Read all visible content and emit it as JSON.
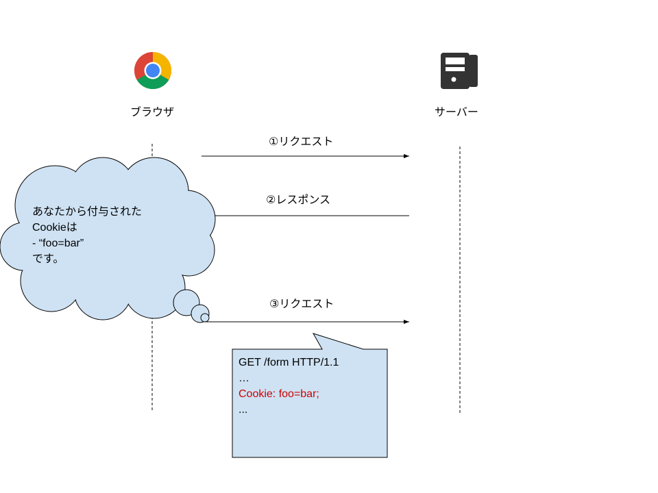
{
  "actors": {
    "browser": "ブラウザ",
    "server": "サーバー"
  },
  "messages": [
    {
      "label": "①リクエスト"
    },
    {
      "label": "②レスポンス"
    },
    {
      "label": "③リクエスト"
    }
  ],
  "thought": {
    "lines": [
      "あなたから付与された",
      "Cookieは",
      "- “foo=bar”",
      "です。"
    ]
  },
  "request_note": {
    "lines": [
      "GET /form HTTP/1.1",
      "…",
      "Cookie: foo=bar;",
      "..."
    ],
    "highlight_color": "#cc0000"
  },
  "colors": {
    "fill": "#cfe2f3",
    "line": "#000000"
  }
}
